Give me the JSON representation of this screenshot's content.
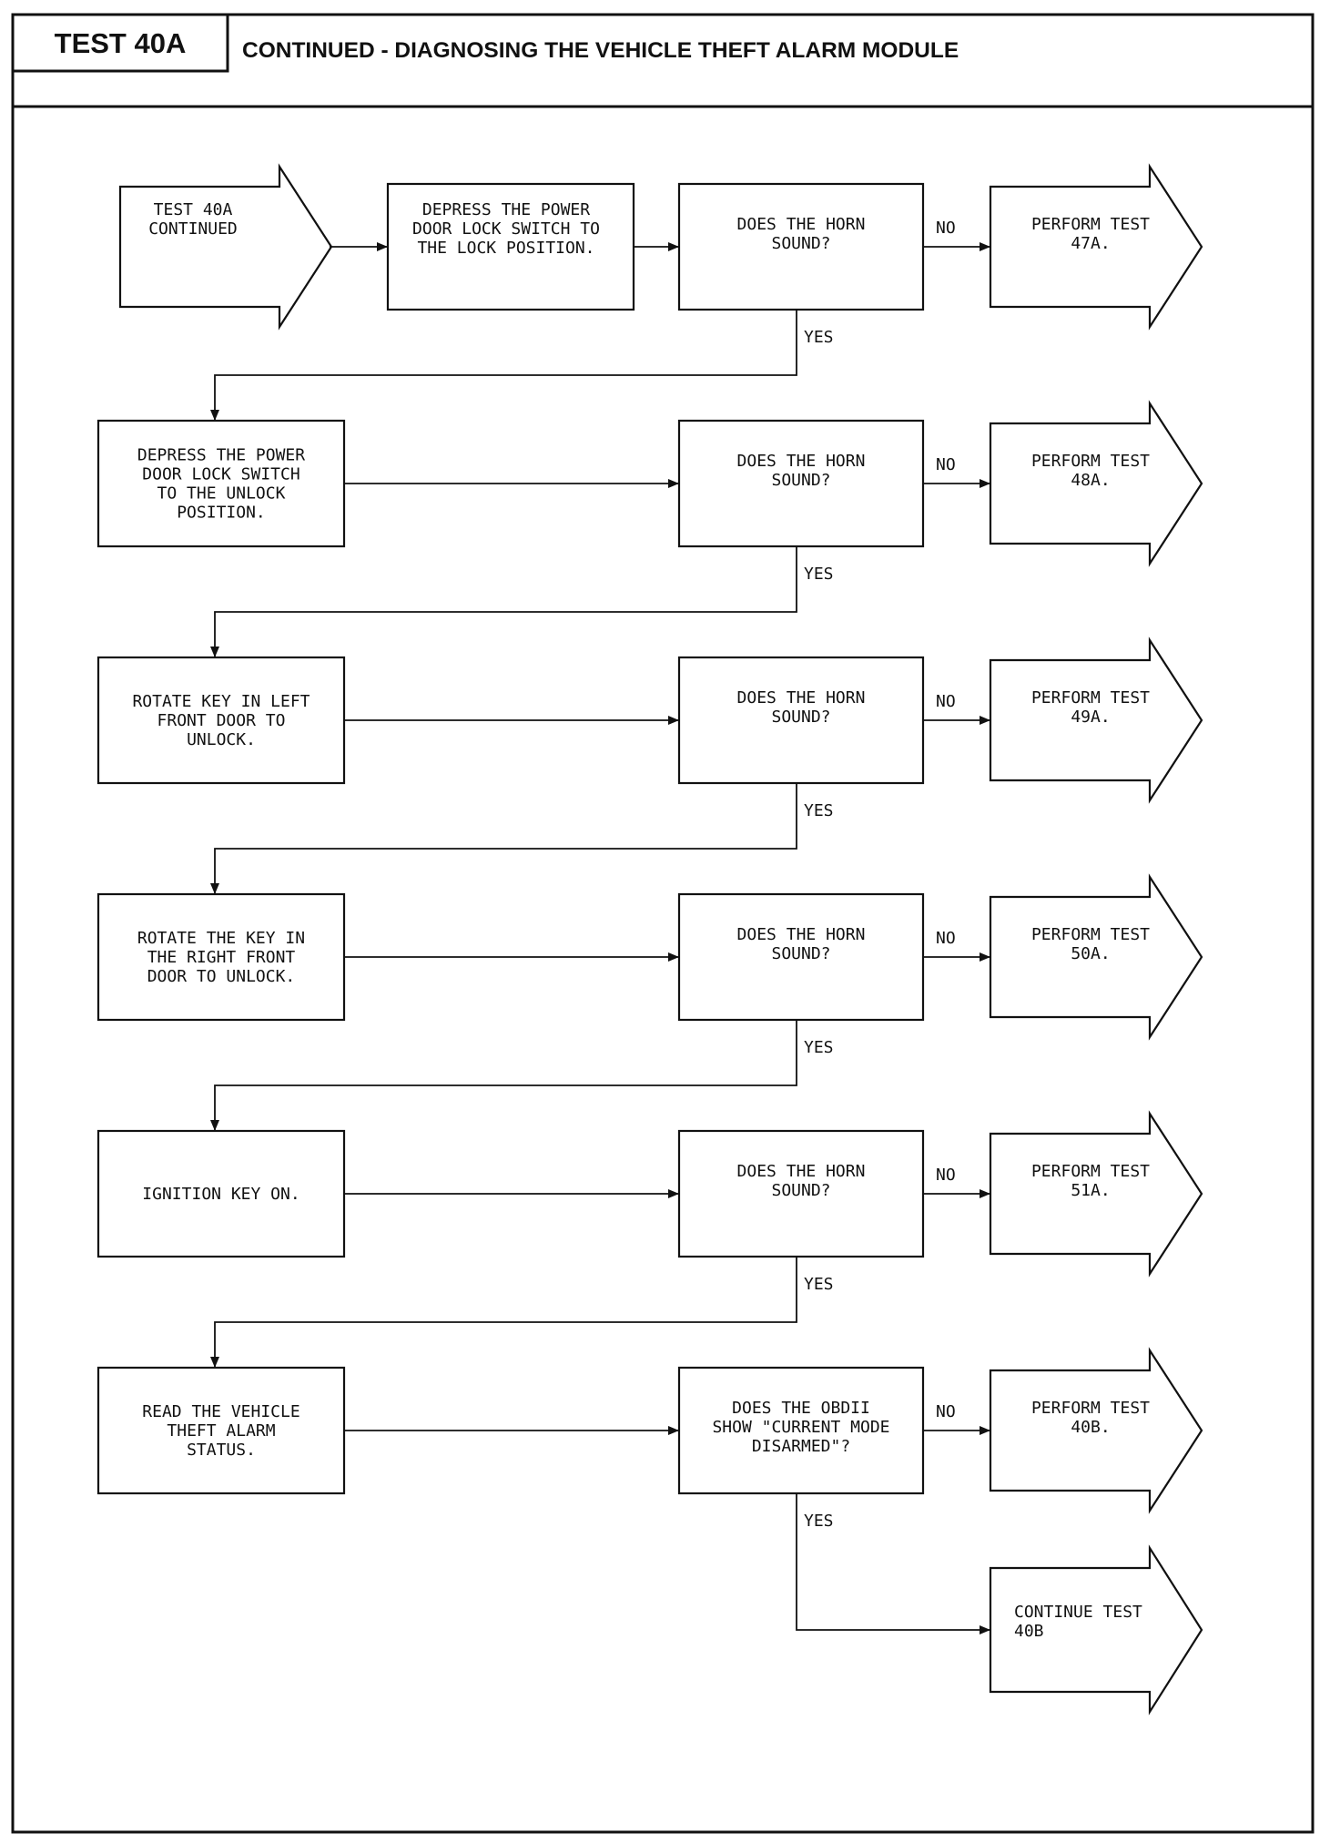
{
  "header": {
    "test_id": "TEST 40A",
    "title": "CONTINUED - DIAGNOSING THE VEHICLE THEFT ALARM MODULE"
  },
  "diagram": {
    "start": [
      "TEST 40A",
      "CONTINUED"
    ],
    "first_action": [
      "DEPRESS THE POWER",
      "DOOR LOCK SWITCH TO",
      "THE LOCK POSITION."
    ],
    "rows": [
      {
        "action": [
          "DEPRESS THE POWER",
          "DOOR LOCK SWITCH",
          "TO THE UNLOCK",
          "POSITION."
        ],
        "question": [
          "DOES THE HORN",
          "SOUND?"
        ],
        "no_result": [
          "PERFORM TEST",
          "47A."
        ]
      },
      {
        "action": [
          "ROTATE KEY IN LEFT",
          "FRONT DOOR TO",
          "UNLOCK."
        ],
        "question": [
          "DOES THE HORN",
          "SOUND?"
        ],
        "no_result": [
          "PERFORM TEST",
          "48A."
        ]
      },
      {
        "action": [
          "ROTATE THE KEY IN",
          "THE RIGHT FRONT",
          "DOOR TO UNLOCK."
        ],
        "question": [
          "DOES THE HORN",
          "SOUND?"
        ],
        "no_result": [
          "PERFORM TEST",
          "49A."
        ]
      },
      {
        "action": [
          "IGNITION KEY ON."
        ],
        "question": [
          "DOES THE HORN",
          "SOUND?"
        ],
        "no_result": [
          "PERFORM TEST",
          "50A."
        ]
      },
      {
        "action": [
          "READ THE VEHICLE",
          "THEFT ALARM",
          "STATUS."
        ],
        "question": [
          "DOES THE HORN",
          "SOUND?"
        ],
        "no_result": [
          "PERFORM TEST",
          "51A."
        ]
      },
      {
        "action": [],
        "question": [
          "DOES THE OBDII",
          "SHOW \"CURRENT MODE",
          "DISARMED\"?"
        ],
        "no_result": [
          "PERFORM TEST",
          "40B."
        ]
      }
    ],
    "end": [
      "CONTINUE TEST",
      "40B"
    ],
    "yes_label": "YES",
    "no_label": "NO"
  },
  "colors": {
    "ink": "#111111",
    "paper": "#ffffff"
  }
}
